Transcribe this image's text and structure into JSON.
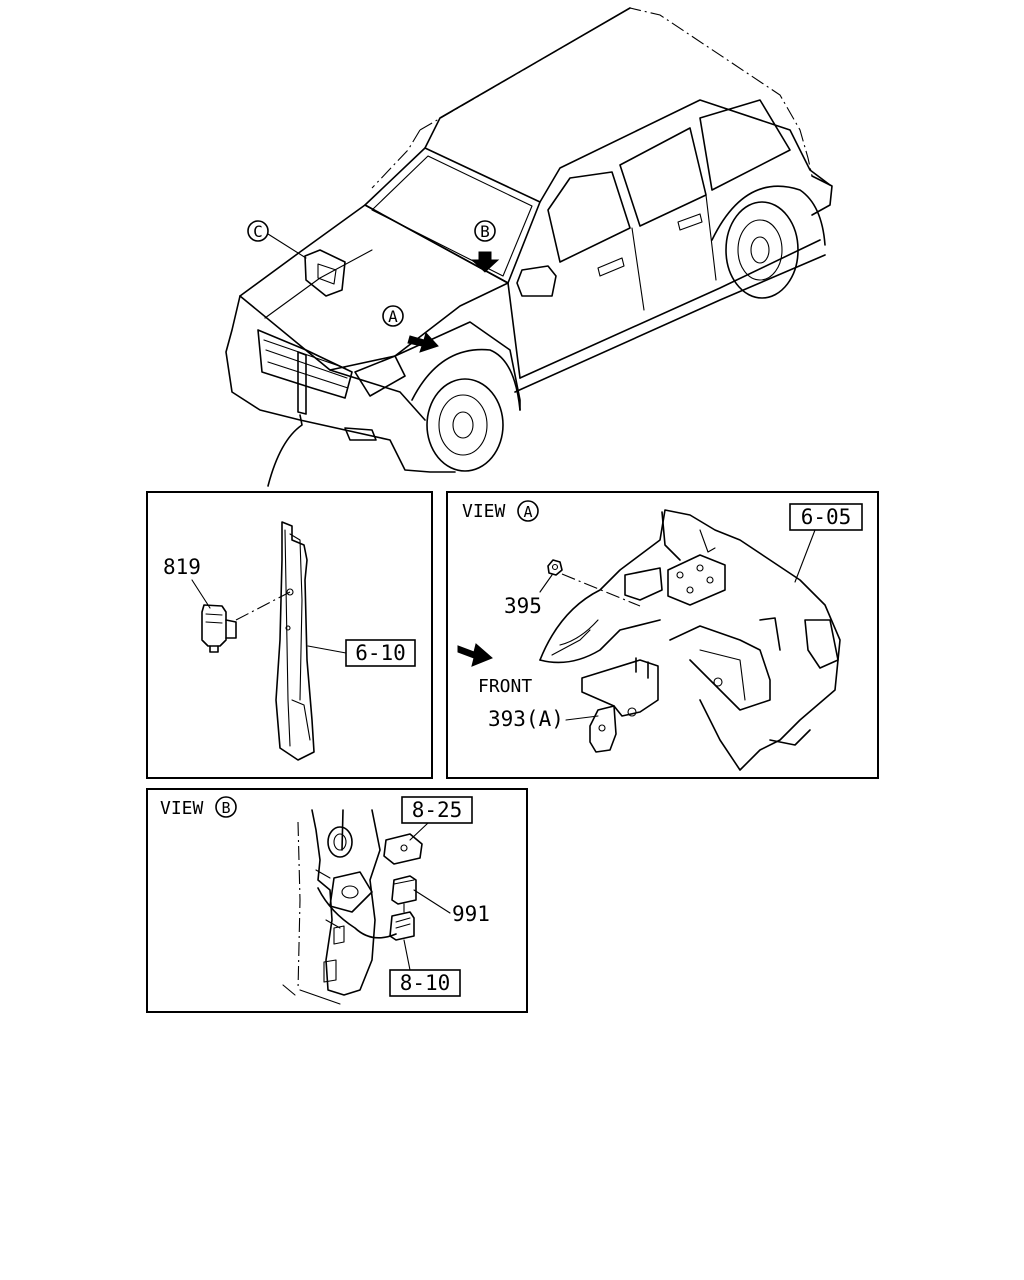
{
  "callouts": {
    "view_c": "C",
    "view_b": "B",
    "view_a": "A"
  },
  "panel_left": {
    "part_sensor": "819",
    "ref_box": "6-10"
  },
  "panel_view_a": {
    "view_word": "VIEW",
    "view_letter": "A",
    "ref_box": "6-05",
    "part_nut": "395",
    "front_label": "FRONT",
    "part_bracket": "393(A)"
  },
  "panel_view_b": {
    "view_word": "VIEW",
    "view_letter": "B",
    "ref_box_top": "8-25",
    "part_relay": "991",
    "ref_box_bottom": "8-10"
  }
}
